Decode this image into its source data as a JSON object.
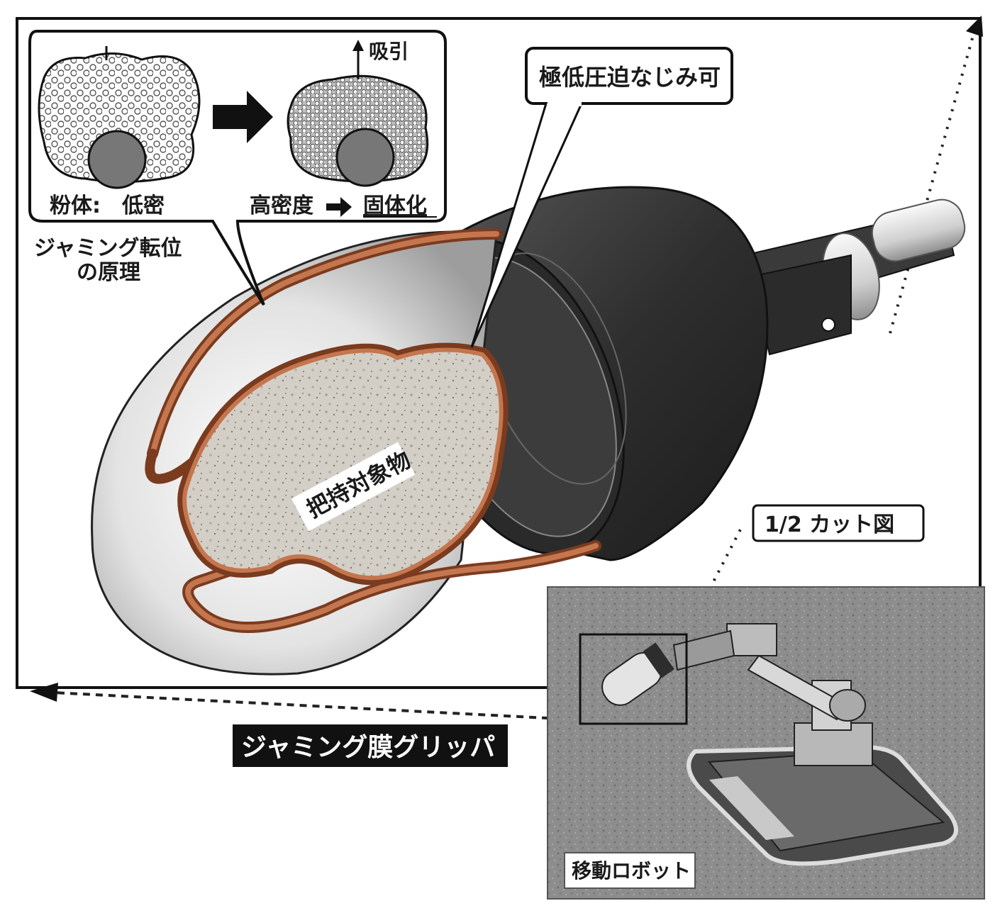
{
  "principle": {
    "suction_label": "吸引",
    "low_density_label": "粉体:　低密",
    "high_density_label": "高密度",
    "solidify_label": "固体化",
    "caption_line1": "ジャミング転位",
    "caption_line2": "の原理"
  },
  "callout_conformity": "極低圧迫なじみ可",
  "object_label": "把持対象物",
  "cut_label": "1/2 カット図",
  "gripper_label": "ジャミング膜グリッパ",
  "robot_label": "移動ロボット",
  "colors": {
    "membrane": "#b5613a",
    "body_dark": "#3a3a3a",
    "shell_light": "#e6e6e6",
    "photo_bg": "#8a8a8a"
  }
}
